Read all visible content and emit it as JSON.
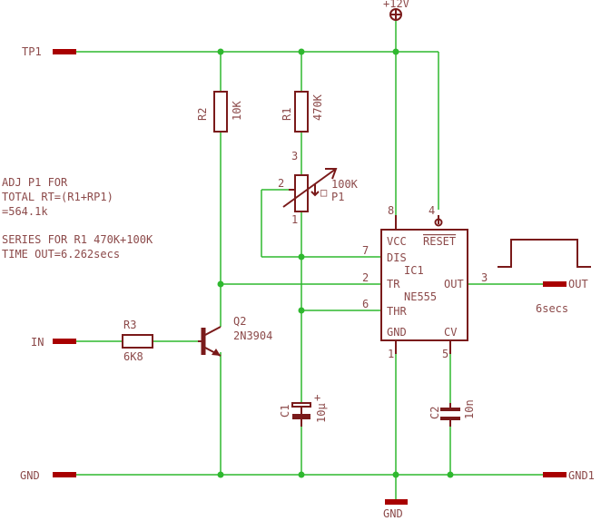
{
  "colors": {
    "wire": "#2fb82f",
    "part": "#7a1a1a",
    "text": "#8c4a4a",
    "pin": "#a80000"
  },
  "supply": "+12V",
  "ports": {
    "tp1": "TP1",
    "in": "IN",
    "gnd": "GND",
    "out": "OUT",
    "gnd1": "GND1",
    "gnd_bottom": "GND"
  },
  "notes": {
    "line1": "ADJ P1 FOR",
    "line2": "TOTAL RT=(R1+RP1)",
    "line3": "=564.1k",
    "line4": "SERIES FOR R1 470K+100K",
    "line5": "TIME OUT=6.262secs"
  },
  "components": {
    "r2": {
      "name": "R2",
      "value": "10K"
    },
    "r1": {
      "name": "R1",
      "value": "470K"
    },
    "p1": {
      "name": "P1",
      "value": "100K",
      "pin1": "1",
      "pin2": "2",
      "pin3": "3"
    },
    "r3": {
      "name": "R3",
      "value": "6K8"
    },
    "q2": {
      "name": "Q2",
      "value": "2N3904"
    },
    "c1": {
      "name": "C1",
      "value": "10µ"
    },
    "c2": {
      "name": "C2",
      "value": "10n"
    },
    "ic1": {
      "name": "IC1",
      "value": "NE555",
      "pins": {
        "vcc": "VCC",
        "reset": "RESET",
        "dis": "DIS",
        "tr": "TR",
        "thr": "THR",
        "out": "OUT",
        "gnd": "GND",
        "cv": "CV"
      },
      "pin_numbers": {
        "vcc": "8",
        "reset": "4",
        "dis": "7",
        "tr": "2",
        "thr": "6",
        "out": "3",
        "gnd": "1",
        "cv": "5"
      }
    }
  },
  "output_label": "6secs"
}
